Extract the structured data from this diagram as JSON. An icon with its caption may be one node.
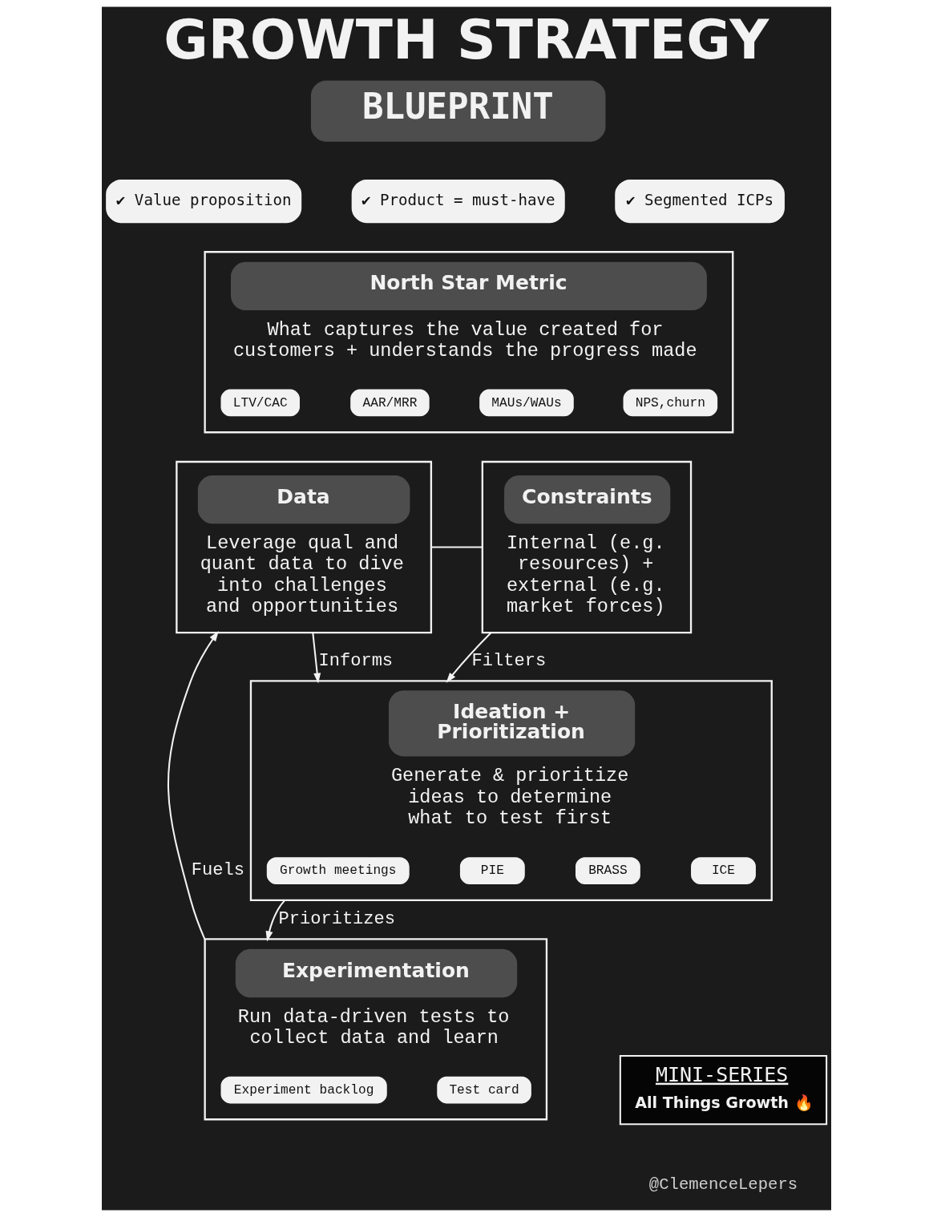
{
  "diagram": {
    "title": "GROWTH STRATEGY",
    "nodes": [
      {
        "text": [
          "BLUEPRINT"
        ]
      },
      {
        "text": [
          "✔ Value proposition"
        ]
      },
      {
        "text": [
          "✔ Product = must-have"
        ]
      },
      {
        "text": [
          "✔ Segmented ICPs"
        ]
      },
      {
        "text": [
          "North Star Metric",
          "What captures the value created for customers + understands the progress made"
        ]
      },
      {
        "text": [
          "LTV/CAC"
        ],
        "in": 4
      },
      {
        "text": [
          "AAR/MRR"
        ],
        "in": 4
      },
      {
        "text": [
          "MAUs/WAUs"
        ],
        "in": 4
      },
      {
        "text": [
          "NPS,churn"
        ],
        "in": 4
      },
      {
        "text": [
          "Data",
          "Leverage qual and quant data to dive into challenges and opportunities"
        ]
      },
      {
        "text": [
          "Constraints",
          "Internal (e.g. resources) + external (e.g. market forces)"
        ]
      },
      {
        "text": [
          "Ideation + Prioritization",
          "Generate & prioritize ideas to determine what to test first"
        ]
      },
      {
        "text": [
          "Growth meetings"
        ],
        "in": 11
      },
      {
        "text": [
          "PIE"
        ],
        "in": 11
      },
      {
        "text": [
          "BRASS"
        ],
        "in": 11
      },
      {
        "text": [
          "ICE"
        ],
        "in": 11
      },
      {
        "text": [
          "Experimentation",
          "Run data-driven tests to collect data and learn"
        ]
      },
      {
        "text": [
          "Experiment backlog"
        ],
        "in": 16
      },
      {
        "text": [
          "Test card"
        ],
        "in": 16
      },
      {
        "text": [
          "MINI-SERIES",
          "All Things Growth 🔥"
        ]
      }
    ],
    "edges": [
      {
        "from": 16,
        "to": 9,
        "arrow": "to",
        "label": "Fuels"
      },
      {
        "from": 9,
        "to": 11,
        "arrow": "to",
        "label": "Informs"
      },
      {
        "from": 11,
        "to": 16,
        "arrow": "to",
        "label": "Prioritizes"
      },
      {
        "from": 10,
        "to": 11,
        "arrow": "to",
        "label": "Filters"
      },
      {
        "from": 9,
        "to": 10,
        "arrow": "none"
      }
    ],
    "labels": [
      "@ClemenceLepers"
    ]
  }
}
